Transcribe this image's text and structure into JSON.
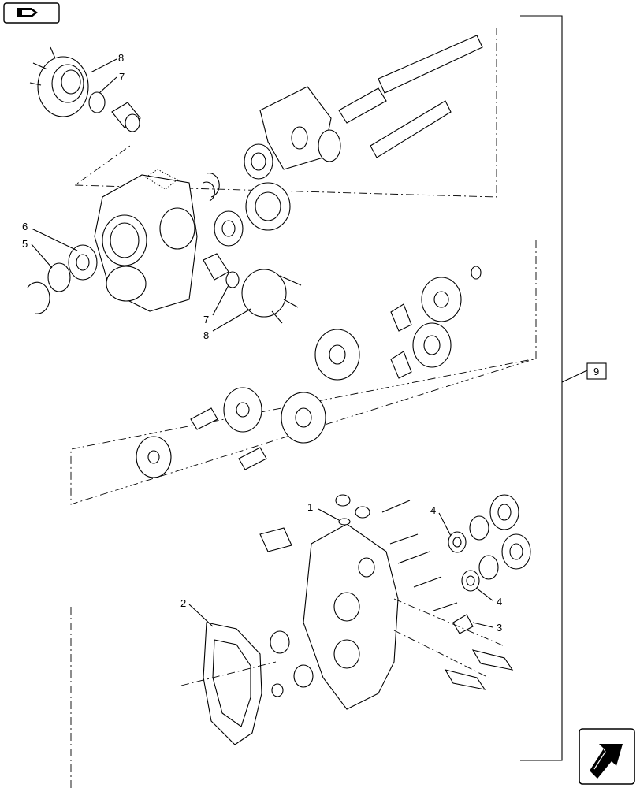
{
  "icons": {
    "top_left": "book-arrow-icon",
    "bottom_right": "arrow-next-icon"
  },
  "callouts": [
    {
      "id": "c8a",
      "label": "8"
    },
    {
      "id": "c7a",
      "label": "7"
    },
    {
      "id": "c6",
      "label": "6"
    },
    {
      "id": "c5",
      "label": "5"
    },
    {
      "id": "c7b",
      "label": "7"
    },
    {
      "id": "c8b",
      "label": "8"
    },
    {
      "id": "c1",
      "label": "1"
    },
    {
      "id": "c4a",
      "label": "4"
    },
    {
      "id": "c4b",
      "label": "4"
    },
    {
      "id": "c3",
      "label": "3"
    },
    {
      "id": "c2",
      "label": "2"
    },
    {
      "id": "c9",
      "label": "9"
    }
  ]
}
